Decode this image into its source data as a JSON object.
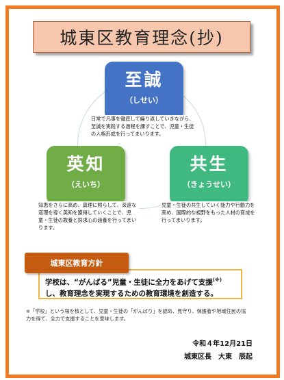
{
  "title": "城東区教育理念(抄)",
  "pillars": {
    "shisei": {
      "name": "至誠",
      "reading": "（しせい）",
      "description": "日常で凡事を徹底して繰り返していきながら、至誠を実践する過程を課すことで、児童・生徒の人格形成を行ってまいります。"
    },
    "eichi": {
      "name": "英知",
      "reading": "（えいち）",
      "description": "知恵をさらに高め、真理に照らして、深遠な道理を導く英知を獲得していくことで、児童・生徒の教養と探求心の涵養を行ってまいります。"
    },
    "kyousei": {
      "name": "共生",
      "reading": "（きょうせい）",
      "description": "児童・生徒の共生していく能力や行動力を高め、国際的な視野をもった人材の育成を行ってまいります。"
    }
  },
  "policy": {
    "label": "城東区教育方針",
    "line1": "学校は、“がんばる”児童・生徒に全力をあげて支援",
    "note_mark": "(※)",
    "line2": "し、教育理念を実現するための教育環境を創造する。"
  },
  "footnote": "※「学校」という場を核として、児童・生徒の「がんばり」を認め、見守り、保護者や地域住民の協力を得て、全力で支援することを意味します。",
  "date": "令和４年12月21日",
  "signature": "城東区長　大東　辰起",
  "colors": {
    "border": "#f07a24",
    "title_bg": "#f6c7ad",
    "shisei": "#4472c4",
    "eichi": "#70ad47",
    "kyousei": "#3fb980",
    "policy_label": "#c55a11",
    "policy_border": "#f0b43c"
  }
}
